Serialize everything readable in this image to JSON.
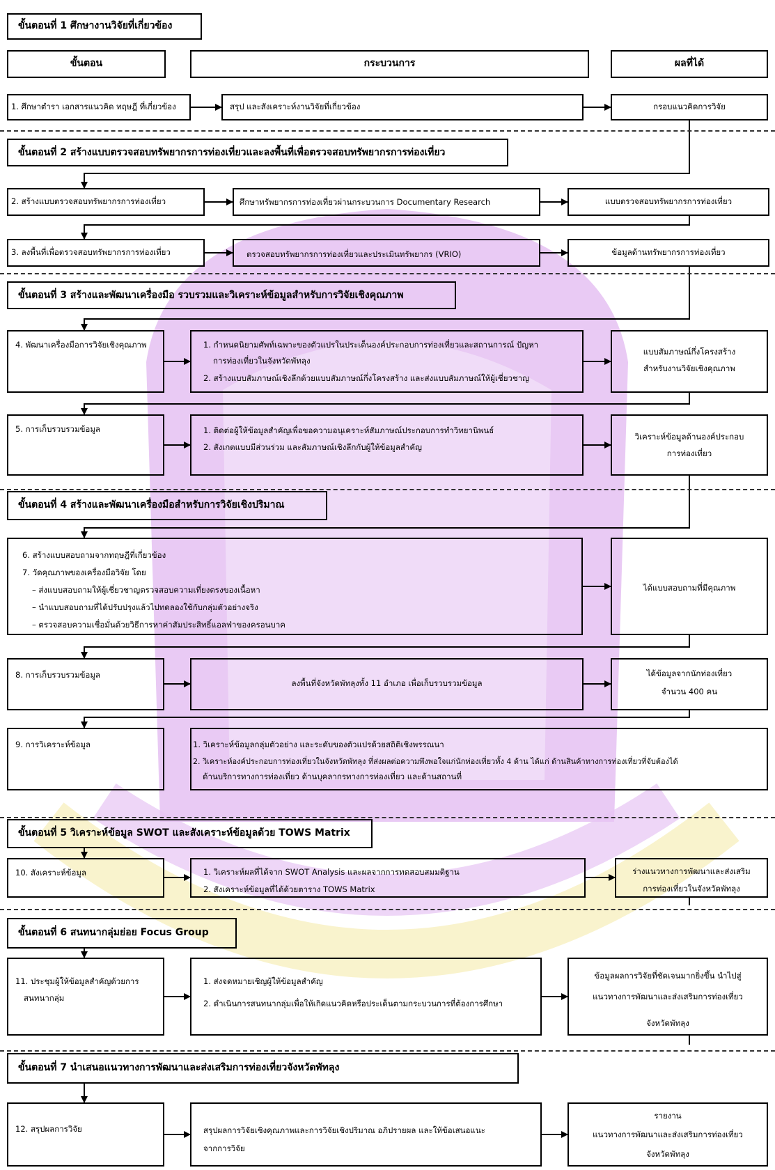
{
  "headers": {
    "col_step": "ขั้นตอน",
    "col_process": "กระบวนการ",
    "col_result": "ผลที่ได้"
  },
  "stages": [
    "ขั้นตอนที่ 1 ศึกษางานวิจัยที่เกี่ยวข้อง",
    "ขั้นตอนที่ 2 สร้างแบบตรวจสอบทรัพยากรการท่องเที่ยวและลงพื้นที่เพื่อตรวจสอบทรัพยากรการท่องเที่ยว",
    "ขั้นตอนที่ 3 สร้างและพัฒนาเครื่องมือ รวบรวมและวิเคราะห์ข้อมูลสำหรับการวิจัยเชิงคุณภาพ",
    "ขั้นตอนที่ 4 สร้างและพัฒนาเครื่องมือสำหรับการวิจัยเชิงปริมาณ",
    "ขั้นตอนที่ 5 วิเคราะห์ข้อมูล SWOT และสังเคราะห์ข้อมูลด้วย TOWS Matrix",
    "ขั้นตอนที่ 6 สนทนากลุ่มย่อย Focus Group",
    "ขั้นตอนที่ 7 นำเสนอแนวทางการพัฒนาและส่งเสริมการท่องเที่ยวจังหวัดพัทลุง"
  ],
  "rows": [
    {
      "step": [
        "1. ศึกษาตำรา เอกสารแนวคิด ทฤษฎี ที่เกี่ยวข้อง"
      ],
      "process": [
        "สรุป และสังเคราะห์งานวิจัยที่เกี่ยวข้อง"
      ],
      "result": [
        "กรอบแนวคิดการวิจัย"
      ]
    },
    {
      "step": [
        "2. สร้างแบบตรวจสอบทรัพยากรการท่องเที่ยว"
      ],
      "process": [
        "ศึกษาทรัพยากรการท่องเที่ยวผ่านกระบวนการ Documentary Research"
      ],
      "result": [
        "แบบตรวจสอบทรัพยากรการท่องเที่ยว"
      ]
    },
    {
      "step": [
        "3. ลงพื้นที่เพื่อตรวจสอบทรัพยากรการท่องเที่ยว"
      ],
      "process": [
        "ตรวจสอบทรัพยากรการท่องเที่ยวและประเมินทรัพยากร (VRIO)"
      ],
      "result": [
        "ข้อมูลด้านทรัพยากรการท่องเที่ยว"
      ]
    },
    {
      "step": [
        "4. พัฒนาเครื่องมือการวิจัยเชิงคุณภาพ"
      ],
      "process": [
        "1. กำหนดนิยามศัพท์เฉพาะของตัวแปรในประเด็นองค์ประกอบการท่องเที่ยวและสถานการณ์ ปัญหา",
        "การท่องเที่ยวในจังหวัดพัทลุง",
        "2. สร้างแบบสัมภาษณ์เชิงลึกด้วยแบบสัมภาษณ์กึ่งโครงสร้าง และส่งแบบสัมภาษณ์ให้ผู้เชี่ยวชาญ"
      ],
      "result": [
        "แบบสัมภาษณ์กึ่งโครงสร้าง",
        "สำหรับงานวิจัยเชิงคุณภาพ"
      ]
    },
    {
      "step": [
        "5. การเก็บรวบรวมข้อมูล"
      ],
      "process": [
        "1. ติดต่อผู้ให้ข้อมูลสำคัญเพื่อขอความอนุเคราะห์สัมภาษณ์ประกอบการทำวิทยานิพนธ์",
        "2. สังเกตแบบมีส่วนร่วม และสัมภาษณ์เชิงลึกกับผู้ให้ข้อมูลสำคัญ"
      ],
      "result": [
        "วิเคราะห์ข้อมูลด้านองค์ประกอบ",
        "การท่องเที่ยว"
      ]
    },
    {
      "step": [
        "6. สร้างแบบสอบถามจากทฤษฎีที่เกี่ยวข้อง",
        "7. วัดคุณภาพของเครื่องมือวิจัย โดย",
        "– ส่งแบบสอบถามให้ผู้เชี่ยวชาญตรวจสอบความเที่ยงตรงของเนื้อหา",
        "– นำแบบสอบถามที่ได้ปรับปรุงแล้วไปทดลองใช้กับกลุ่มตัวอย่างจริง",
        "– ตรวจสอบความเชื่อมั่นด้วยวิธีการหาค่าสัมประสิทธิ์แอลฟ่าของครอนบาค"
      ],
      "process": [],
      "result": [
        "ได้แบบสอบถามที่มีคุณภาพ"
      ]
    },
    {
      "step": [
        "8. การเก็บรวบรวมข้อมูล"
      ],
      "process": [
        "ลงพื้นที่จังหวัดพัทลุงทั้ง 11 อำเภอ เพื่อเก็บรวบรวมข้อมูล"
      ],
      "result": [
        "ได้ข้อมูลจากนักท่องเที่ยว",
        "จำนวน 400 คน"
      ]
    },
    {
      "step": [
        "9. การวิเคราะห์ข้อมูล"
      ],
      "process": [
        "1. วิเคราะห์ข้อมูลกลุ่มตัวอย่าง และระดับของตัวแปรด้วยสถิติเชิงพรรณนา",
        "2. วิเคราะห์องค์ประกอบการท่องเที่ยวในจังหวัดพัทลุง ที่ส่งผลต่อความพึงพอใจแก่นักท่องเที่ยวทั้ง 4 ด้าน ได้แก่ ด้านสินค้าทางการท่องเที่ยวที่จับต้องได้",
        "ด้านบริการทางการท่องเที่ยว ด้านบุคลากรทางการท่องเที่ยว และด้านสถานที่"
      ],
      "result": []
    },
    {
      "step": [
        "10. สังเคราะห์ข้อมูล"
      ],
      "process": [
        "1.  วิเคราะห์ผลที่ได้จาก SWOT Analysis และผลจากการทดสอบสมมติฐาน",
        "2. สังเคราะห์ข้อมูลที่ได้ด้วยตาราง TOWS Matrix"
      ],
      "result": [
        "ร่างแนวทางการพัฒนาและส่งเสริม",
        "การท่องเที่ยวในจังหวัดพัทลุง"
      ]
    },
    {
      "step": [
        "11. ประชุมผู้ให้ข้อมูลสำคัญด้วยการ",
        "สนทนากลุ่ม"
      ],
      "process": [
        "1. ส่งจดหมายเชิญผู้ให้ข้อมูลสำคัญ",
        "2. ดำเนินการสนทนากลุ่มเพื่อให้เกิดแนวคิดหรือประเด็นตามกระบวนการที่ต้องการศึกษา"
      ],
      "result": [
        "ข้อมูลผลการวิจัยที่ชัดเจนมากยิ่งขึ้น นำไปสู่",
        "แนวทางการพัฒนาและส่งเสริมการท่องเที่ยว",
        "จังหวัดพัทลุง"
      ]
    },
    {
      "step": [
        "12. สรุปผลการวิจัย"
      ],
      "process": [
        "สรุปผลการวิจัยเชิงคุณภาพและการวิจัยเชิงปริมาณ อภิปรายผล และให้ข้อเสนอแนะ",
        "จากการวิจัย"
      ],
      "result": [
        "รายงาน",
        "แนวทางการพัฒนาและส่งเสริมการท่องเที่ยว",
        "จังหวัดพัทลุง"
      ]
    }
  ],
  "colors": {
    "line": "#000000",
    "watermark_purple": "#e7c4f3",
    "watermark_yellow": "#f8f0c0"
  }
}
